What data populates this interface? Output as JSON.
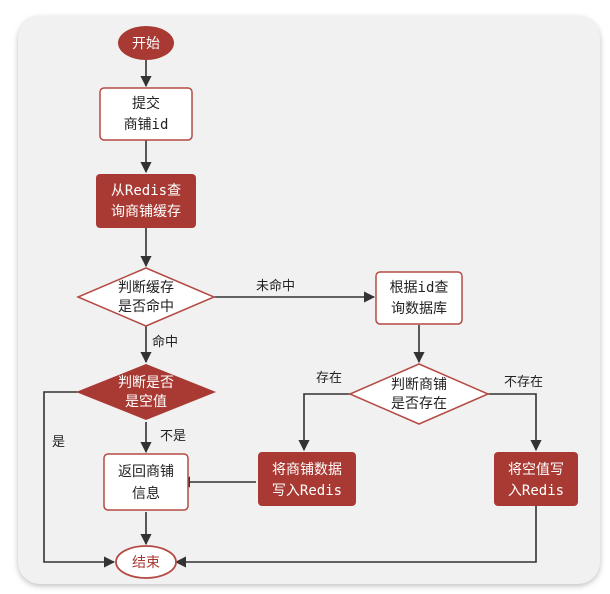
{
  "colors": {
    "primary": "#a93a33",
    "line": "#333333",
    "box_border": "#b54a44",
    "box_fill": "#ffffff"
  },
  "nodes": {
    "start": "开始",
    "submit": [
      "提交",
      "商铺id"
    ],
    "query_cache": [
      "从Redis查",
      "询商铺缓存"
    ],
    "check_cache": [
      "判断缓存",
      "是否命中"
    ],
    "query_db": [
      "根据id查",
      "询数据库"
    ],
    "check_empty": [
      "判断是否",
      "是空值"
    ],
    "check_exists": [
      "判断商铺",
      "是否存在"
    ],
    "return_info": [
      "返回商铺",
      "信息"
    ],
    "write_redis": [
      "将商铺数据",
      "写入Redis"
    ],
    "write_empty": [
      "将空值写",
      "入Redis"
    ],
    "end": "结束"
  },
  "edges": {
    "miss": "未命中",
    "hit": "命中",
    "is": "是",
    "not_is": "不是",
    "exists": "存在",
    "not_exists": "不存在"
  }
}
